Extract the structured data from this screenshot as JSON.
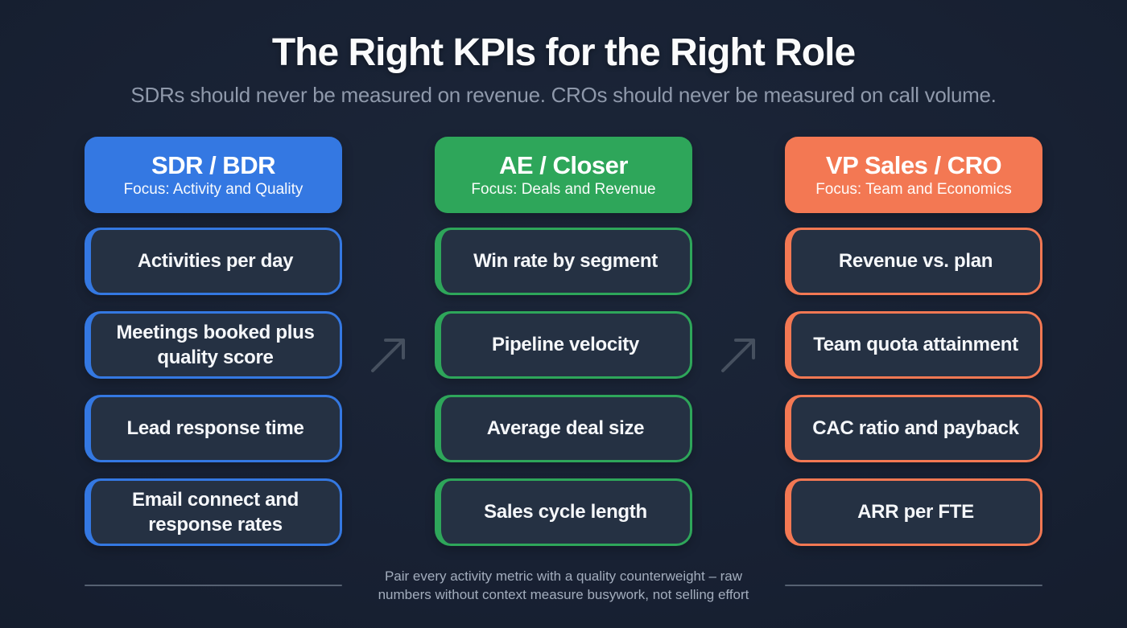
{
  "page": {
    "title": "The Right KPIs for the Right Role",
    "subtitle": "SDRs should never be measured on revenue. CROs should never be measured on call volume.",
    "footer_note": "Pair every activity metric with a quality counterweight – raw numbers without context measure busywork, not selling effort"
  },
  "colors": {
    "background": "#182133",
    "card_background": "#253143",
    "blue_accent": "#3478e2",
    "green_accent": "#2ea65a",
    "orange_accent": "#f37853",
    "arrow": "#46505f",
    "divider": "#566172",
    "subtitle_text": "#8f99ab",
    "footer_text": "#a3adbd"
  },
  "columns": [
    {
      "title": "SDR / BDR",
      "focus": "Focus: Activity and Quality",
      "accent": "#3478e2",
      "kpis": [
        "Activities per day",
        "Meetings booked plus quality score",
        "Lead response time",
        "Email connect and response rates"
      ]
    },
    {
      "title": "AE / Closer",
      "focus": "Focus: Deals and Revenue",
      "accent": "#2ea65a",
      "kpis": [
        "Win rate by segment",
        "Pipeline velocity",
        "Average deal size",
        "Sales cycle length"
      ]
    },
    {
      "title": "VP Sales / CRO",
      "focus": "Focus: Team and Economics",
      "accent": "#f37853",
      "kpis": [
        "Revenue vs. plan",
        "Team quota attainment",
        "CAC ratio and payback",
        "ARR per FTE"
      ]
    }
  ]
}
